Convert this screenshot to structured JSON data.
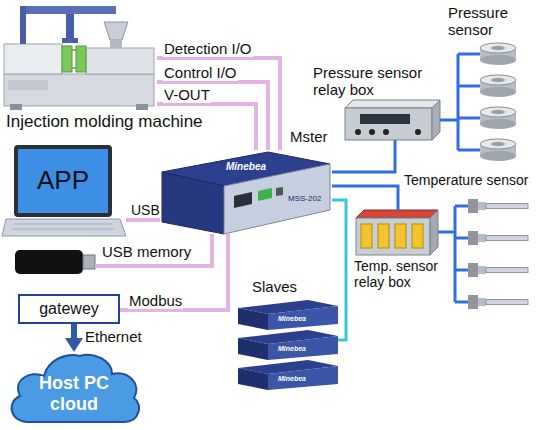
{
  "diagram": {
    "nodes": [
      {
        "text": [
          "Injection molding machine"
        ]
      },
      {
        "text": [
          "APP"
        ]
      },
      {
        "text": [
          "USB memory"
        ]
      },
      {
        "text": [
          "gatewey"
        ]
      },
      {
        "text": [
          "Host PC cloud"
        ]
      },
      {
        "text": [
          "Mster"
        ]
      },
      {
        "text": [
          "Pressure sensor relay box"
        ]
      },
      {
        "text": [
          "Temp. sensor relay box"
        ]
      },
      {
        "text": [
          "Slaves"
        ]
      }
    ],
    "edges": [
      {
        "from": 0,
        "to": 5,
        "arrow": "none",
        "label": "Detection I/O"
      },
      {
        "from": 0,
        "to": 5,
        "arrow": "none",
        "label": "Control I/O"
      },
      {
        "from": 0,
        "to": 5,
        "arrow": "none",
        "label": "V-OUT"
      },
      {
        "from": 1,
        "to": 5,
        "arrow": "none",
        "label": "USB"
      },
      {
        "from": 2,
        "to": 5,
        "arrow": "none"
      },
      {
        "from": 3,
        "to": 5,
        "arrow": "none",
        "label": "Modbus"
      },
      {
        "from": 3,
        "to": 4,
        "arrow": "to",
        "label": "Ethernet"
      },
      {
        "from": 5,
        "to": 6,
        "arrow": "none"
      },
      {
        "from": 5,
        "to": 7,
        "arrow": "none"
      },
      {
        "from": 5,
        "to": 8,
        "arrow": "none"
      }
    ],
    "labels": [
      "Pressure sensor",
      "Temperature sensor",
      "Minebea",
      "Minebea",
      "Minebea",
      "Minebea",
      "MSS-202"
    ]
  }
}
